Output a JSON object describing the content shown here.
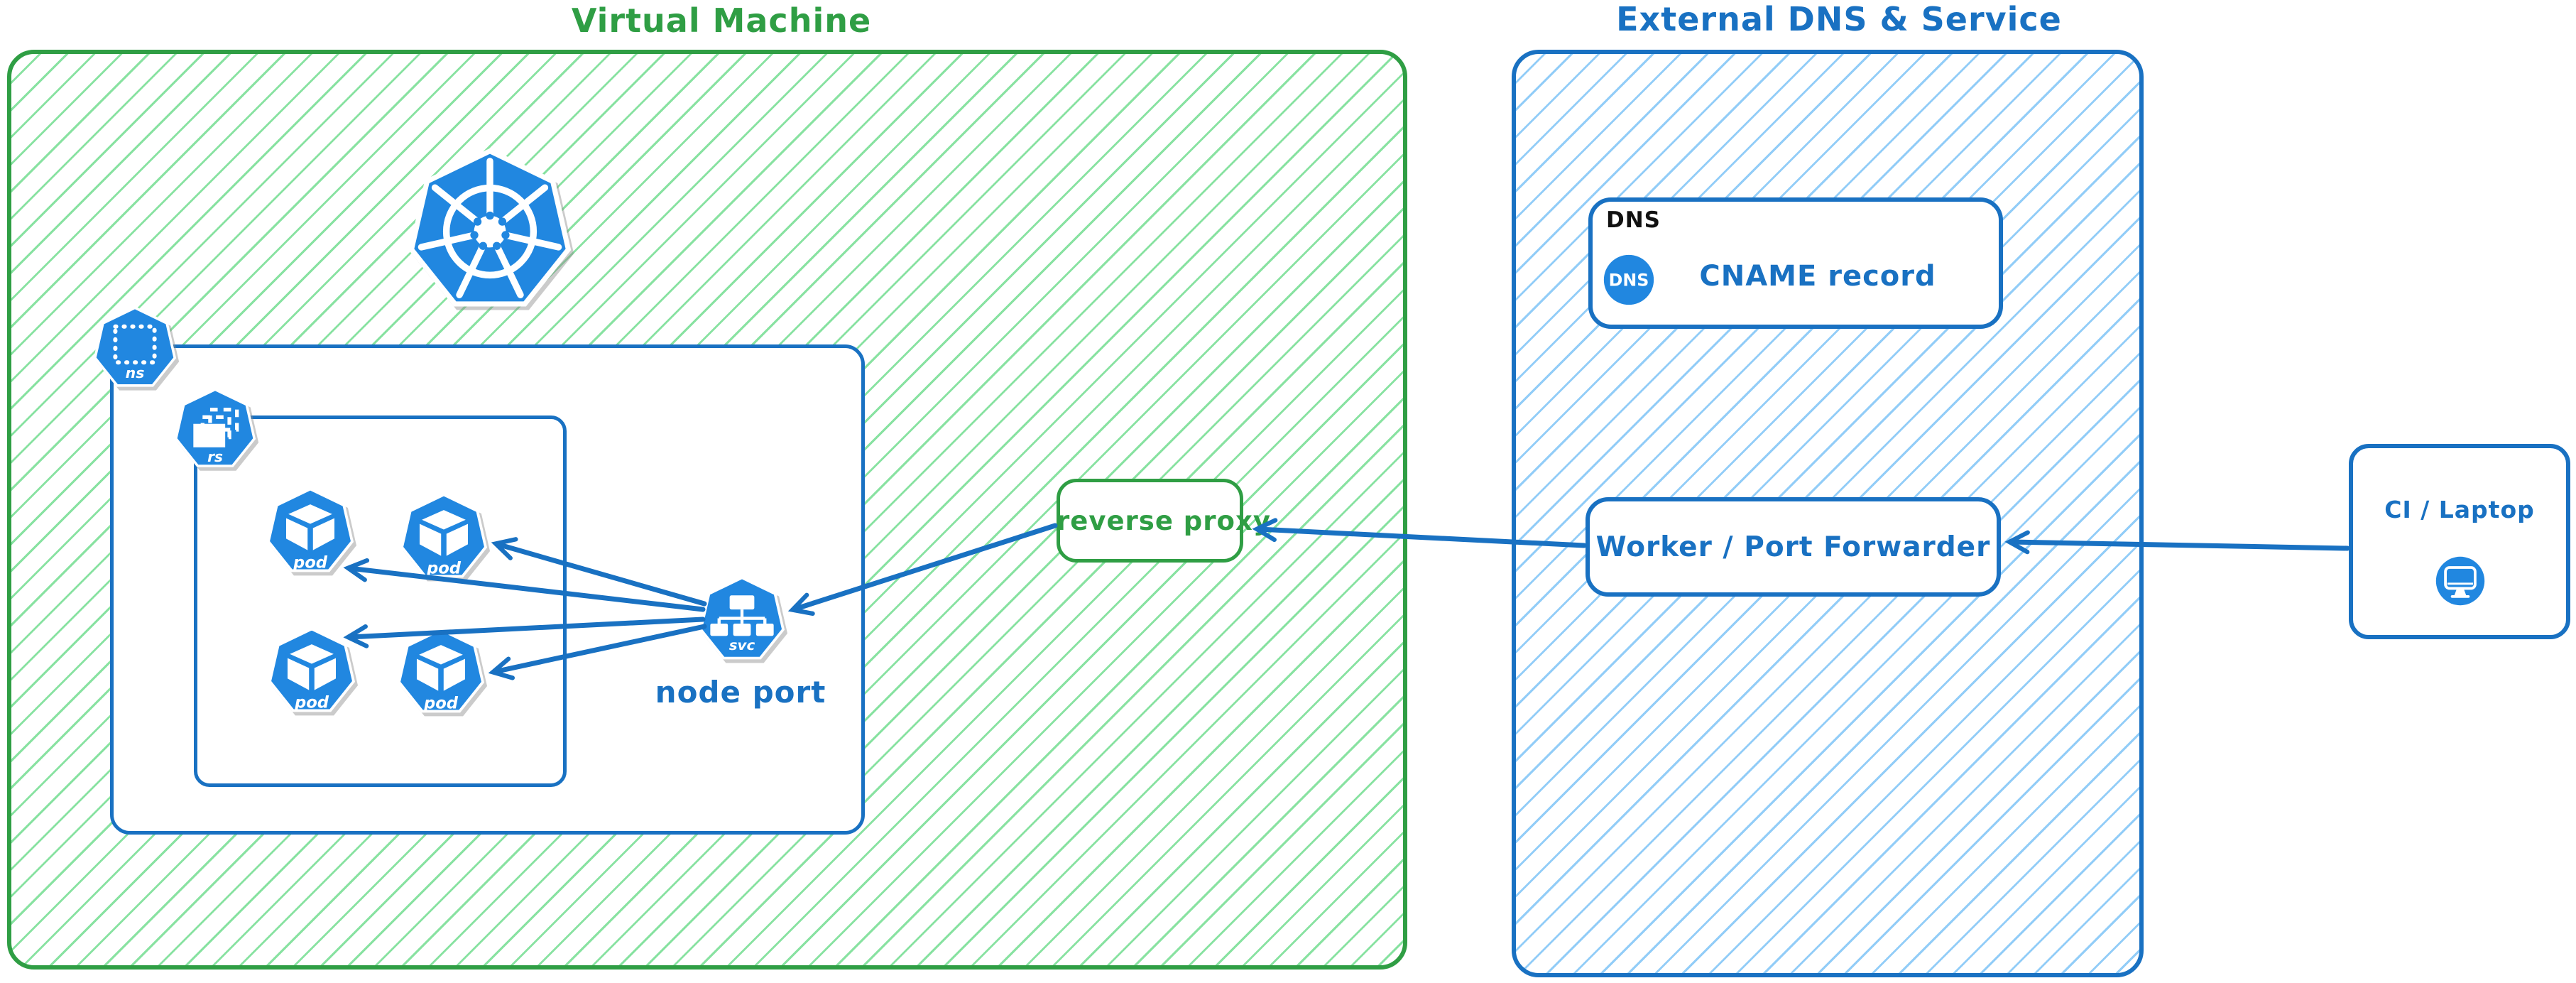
{
  "colors": {
    "green_stroke": "#2f9e44",
    "green_hatch": "#82e09c",
    "blue_stroke": "#1971c2",
    "blue_hatch": "#8ccaf7",
    "icon_blue": "#2187e0",
    "dns_tag_black": "#111111"
  },
  "vm": {
    "title": "Virtual Machine",
    "namespace_icon_label": "ns",
    "replicaset_icon_label": "rs",
    "service_icon_label": "svc",
    "node_port_label": "node port",
    "reverse_proxy_label": "reverse proxy",
    "pods": [
      {
        "label": "pod"
      },
      {
        "label": "pod"
      },
      {
        "label": "pod"
      },
      {
        "label": "pod"
      }
    ]
  },
  "external": {
    "title": "External DNS & Service",
    "dns_record": {
      "tag": "DNS",
      "badge": "DNS",
      "label": "CNAME record"
    },
    "worker": {
      "label": "Worker / Port Forwarder"
    }
  },
  "ci": {
    "label": "CI / Laptop"
  }
}
